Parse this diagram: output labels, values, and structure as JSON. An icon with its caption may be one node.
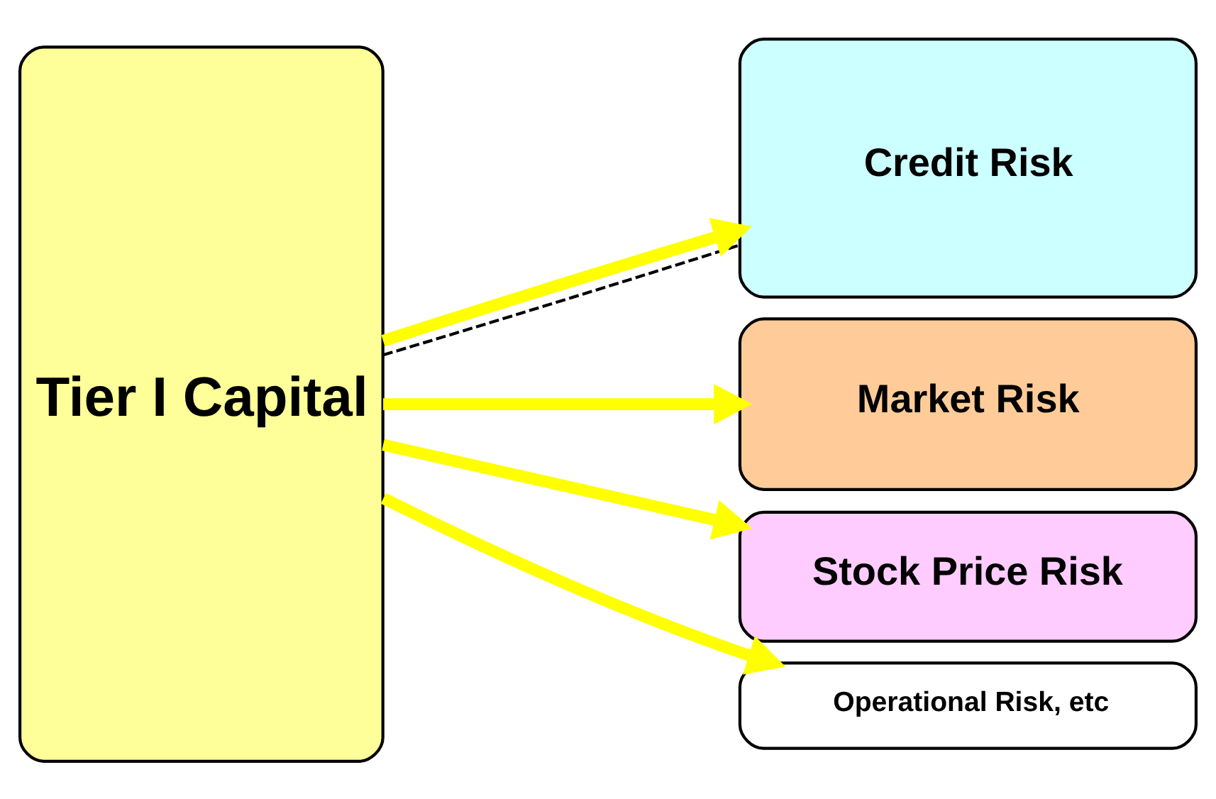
{
  "diagram": {
    "nodes": [
      {
        "text": [
          "Tier I Capital"
        ]
      },
      {
        "text": [
          "Credit Risk"
        ]
      },
      {
        "text": [
          "Market Risk"
        ]
      },
      {
        "text": [
          "Stock Price Risk"
        ]
      },
      {
        "text": [
          "Operational Risk, etc"
        ]
      }
    ],
    "edges": [
      {
        "from": 0,
        "to": 1,
        "arrow": "none",
        "style": "dashed",
        "color": "#000000"
      },
      {
        "from": 0,
        "to": 1,
        "arrow": "to"
      },
      {
        "from": 0,
        "to": 2,
        "arrow": "to"
      },
      {
        "from": 0,
        "to": 3,
        "arrow": "to"
      },
      {
        "from": 0,
        "to": 4,
        "arrow": "to"
      }
    ]
  }
}
